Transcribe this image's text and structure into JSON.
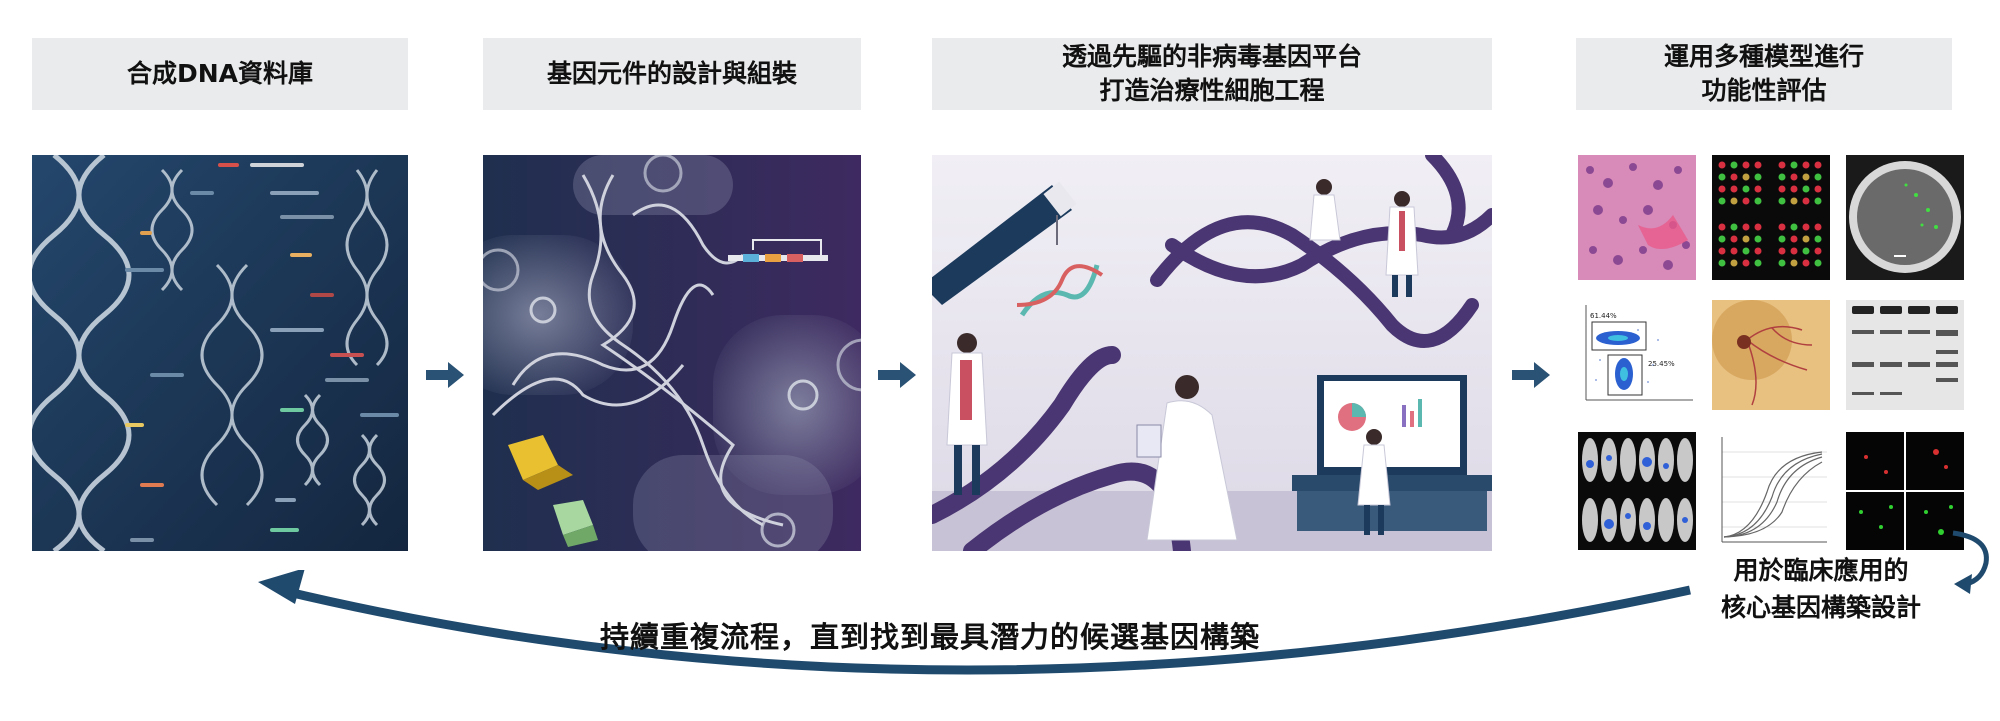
{
  "stages": [
    {
      "lines": [
        "合成DNA資料庫"
      ]
    },
    {
      "lines": [
        "基因元件的設計與組裝"
      ]
    },
    {
      "lines": [
        "透過先驅的非病毒基因平台",
        "打造治療性細胞工程"
      ]
    },
    {
      "lines": [
        "運用多種模型進行",
        "功能性評估"
      ]
    }
  ],
  "loop_text": "持續重複流程，直到找到最具潛力的候選基因構築",
  "output_lines": [
    "用於臨床應用的",
    "核心基因構築設計"
  ],
  "flow_cytometry": {
    "gate1": "61.44%",
    "gate2": "25.45%"
  },
  "colors": {
    "header_bg": "#eaebec",
    "arrow": "#2a5274",
    "navy": "#1c3a5c",
    "purple": "#3c2a5c"
  }
}
